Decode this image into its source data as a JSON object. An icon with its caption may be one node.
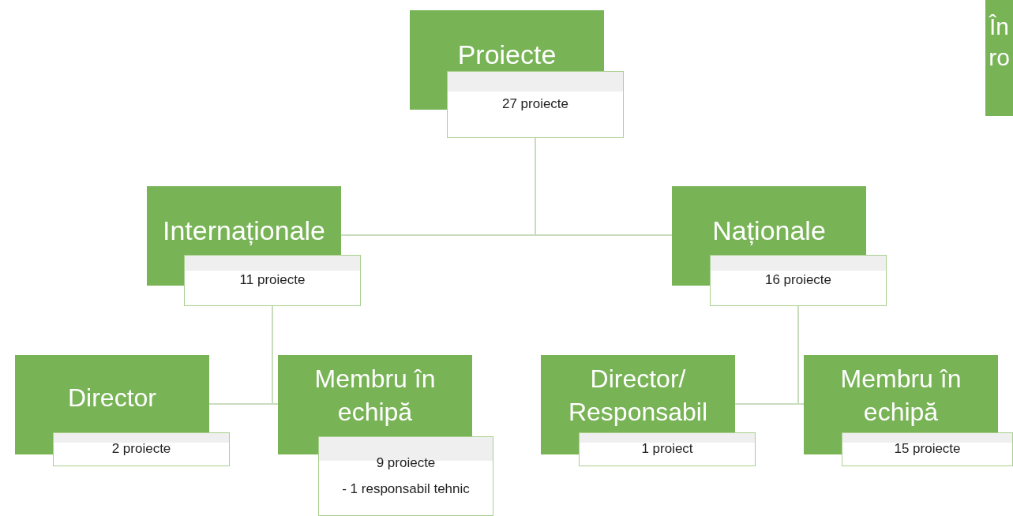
{
  "diagram": {
    "nodes": [
      {
        "text": [
          "Proiecte",
          "27 proiecte"
        ]
      },
      {
        "text": [
          "Internaționale",
          "11 proiecte"
        ]
      },
      {
        "text": [
          "Naționale",
          "16 proiecte"
        ]
      },
      {
        "text": [
          "Director",
          "2 proiecte"
        ]
      },
      {
        "text": [
          "Membru în echipă",
          "9 proiecte",
          "- 1 responsabil tehnic"
        ]
      },
      {
        "text": [
          "Director/ Responsabil",
          "1 proiect"
        ]
      },
      {
        "text": [
          "Membru în echipă",
          "15 proiecte"
        ]
      },
      {
        "text": [
          "În ro"
        ]
      }
    ],
    "edges": [
      {
        "from": 0,
        "to": 1,
        "arrow": "none"
      },
      {
        "from": 0,
        "to": 2,
        "arrow": "none"
      },
      {
        "from": 1,
        "to": 3,
        "arrow": "none"
      },
      {
        "from": 1,
        "to": 4,
        "arrow": "none"
      },
      {
        "from": 2,
        "to": 5,
        "arrow": "none"
      },
      {
        "from": 2,
        "to": 6,
        "arrow": "none"
      }
    ]
  }
}
